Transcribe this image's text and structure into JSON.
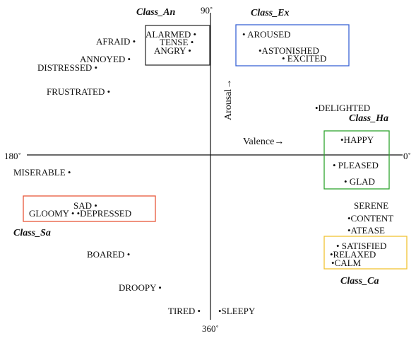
{
  "diagram": {
    "angles": {
      "top": "90˚",
      "left": "180˚",
      "right": "0˚",
      "bottom": "360˚"
    },
    "axes": {
      "valence": "Valence→",
      "arousal": "Arousal→"
    },
    "colors": {
      "axis": "#111111",
      "an": "#222222",
      "ex": "#3a63d6",
      "ha": "#2ea52e",
      "sa": "#e8573a",
      "ca": "#f2c233"
    },
    "classes": {
      "an": "Class_An",
      "ex": "Class_Ex",
      "ha": "Class_Ha",
      "sa": "Class_Sa",
      "ca": "Class_Ca"
    },
    "emotions": {
      "alarmed": "ALARMED •",
      "tense": "TENSE •",
      "angry": "ANGRY •",
      "afraid": "AFRAID •",
      "annoyed": "ANNOYED •",
      "distressed": "DISTRESSED •",
      "frustrated": "FRUSTRATED •",
      "aroused": "• AROUSED",
      "astonished": "•ASTONISHED",
      "excited": "• EXCITED",
      "delighted": "•DELIGHTED",
      "happy": "•HAPPY",
      "pleased": "• PLEASED",
      "glad": "• GLAD",
      "miserable": "MISERABLE •",
      "sad": "SAD •",
      "gloomy": "GLOOMY • •DEPRESSED",
      "serene": "SERENE",
      "content": "•CONTENT",
      "atease": "•ATEASE",
      "satisfied": "• SATISFIED",
      "relaxed": "•RELAXED",
      "calm": "•CALM",
      "boared": "BOARED •",
      "droopy": "DROOPY •",
      "tired": "TIRED •",
      "sleepy": "•SLEEPY"
    }
  }
}
